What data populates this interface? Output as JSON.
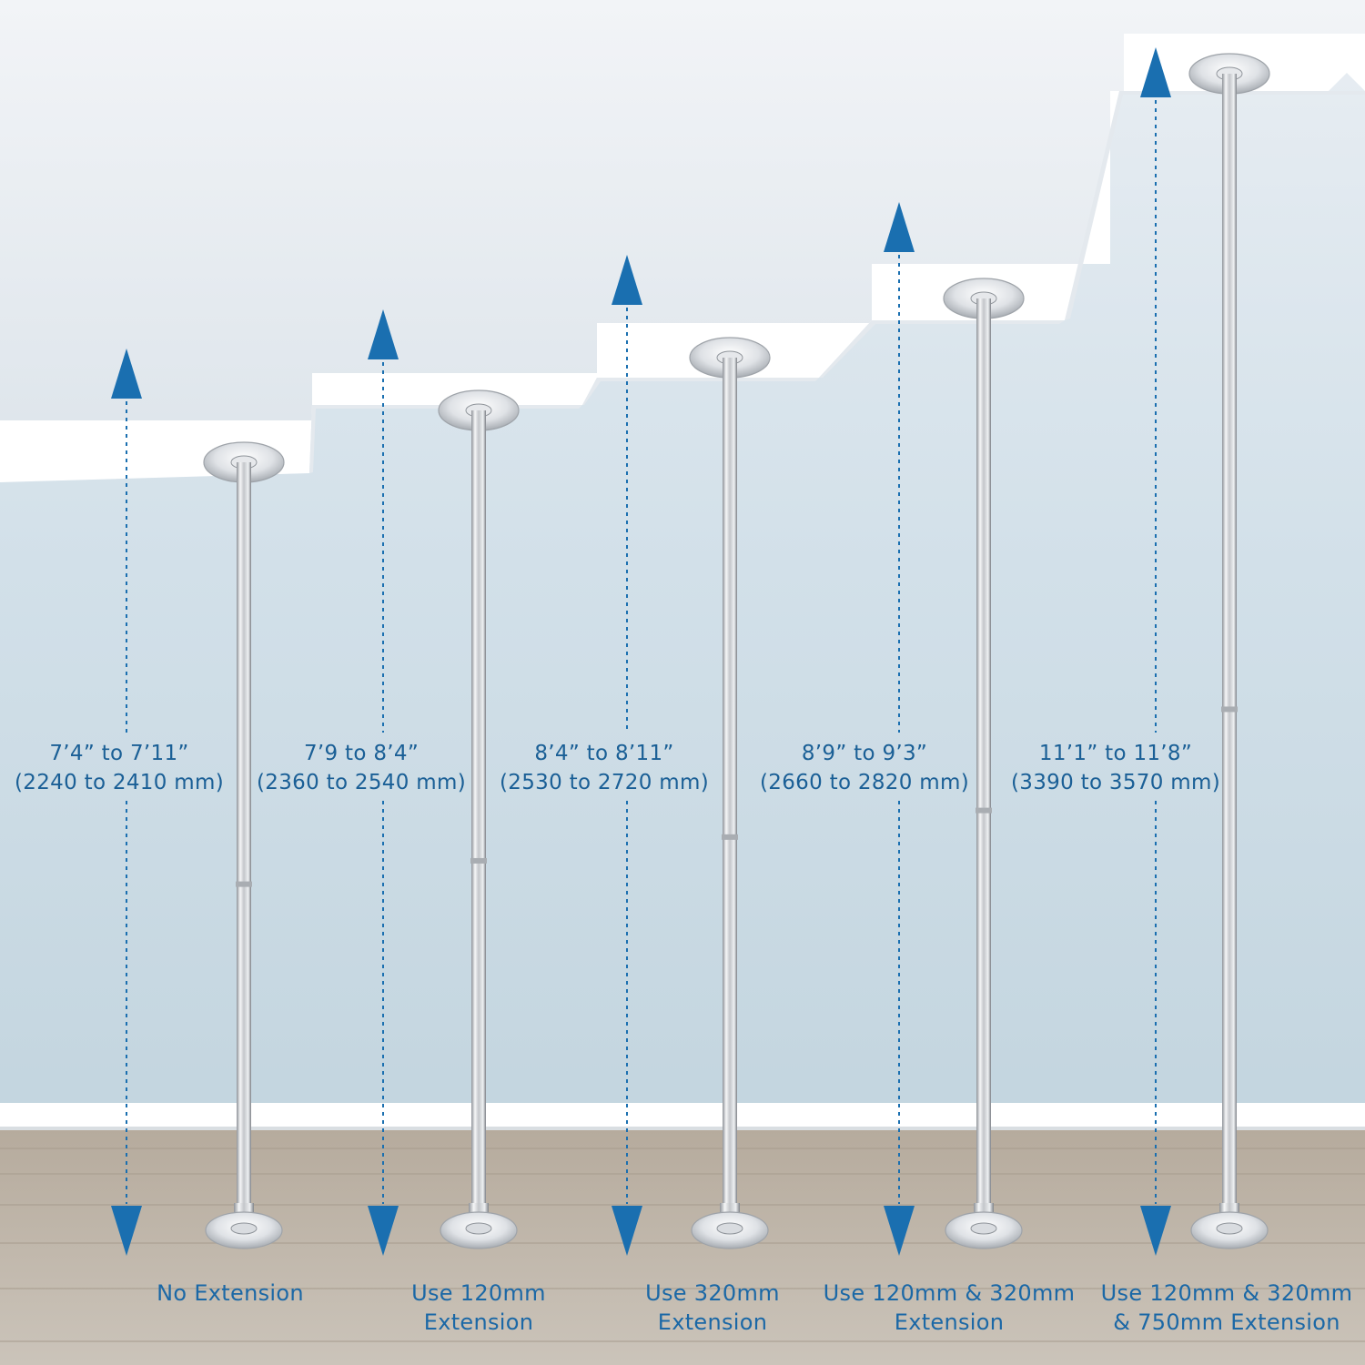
{
  "colors": {
    "accent": "#1a6fb0",
    "wall": "#c9d8e1",
    "ceiling": "#ffffff",
    "floor": "#bdb4a8",
    "pole": "#c9ccd0"
  },
  "icons": {
    "up": "arrow-up-icon",
    "down": "arrow-down-icon"
  },
  "poles": [
    {
      "range_ft": "7’4” to 7’11”",
      "range_mm": "(2240 to 2410 mm)",
      "caption_line1": "No Extension",
      "caption_line2": "",
      "min_mm": 2240,
      "max_mm": 2410
    },
    {
      "range_ft": "7’9 to 8’4”",
      "range_mm": "(2360 to 2540 mm)",
      "caption_line1": "Use 120mm",
      "caption_line2": "Extension",
      "min_mm": 2360,
      "max_mm": 2540
    },
    {
      "range_ft": "8’4” to 8’11”",
      "range_mm": "(2530 to 2720 mm)",
      "caption_line1": "Use 320mm",
      "caption_line2": "Extension",
      "min_mm": 2530,
      "max_mm": 2720
    },
    {
      "range_ft": "8’9” to 9’3”",
      "range_mm": "(2660 to 2820 mm)",
      "caption_line1": "Use 120mm & 320mm",
      "caption_line2": "Extension",
      "min_mm": 2660,
      "max_mm": 2820
    },
    {
      "range_ft": "11’1” to 11’8”",
      "range_mm": "(3390 to 3570 mm)",
      "caption_line1": "Use 120mm & 320mm",
      "caption_line2": "& 750mm Extension",
      "min_mm": 3390,
      "max_mm": 3570
    }
  ]
}
